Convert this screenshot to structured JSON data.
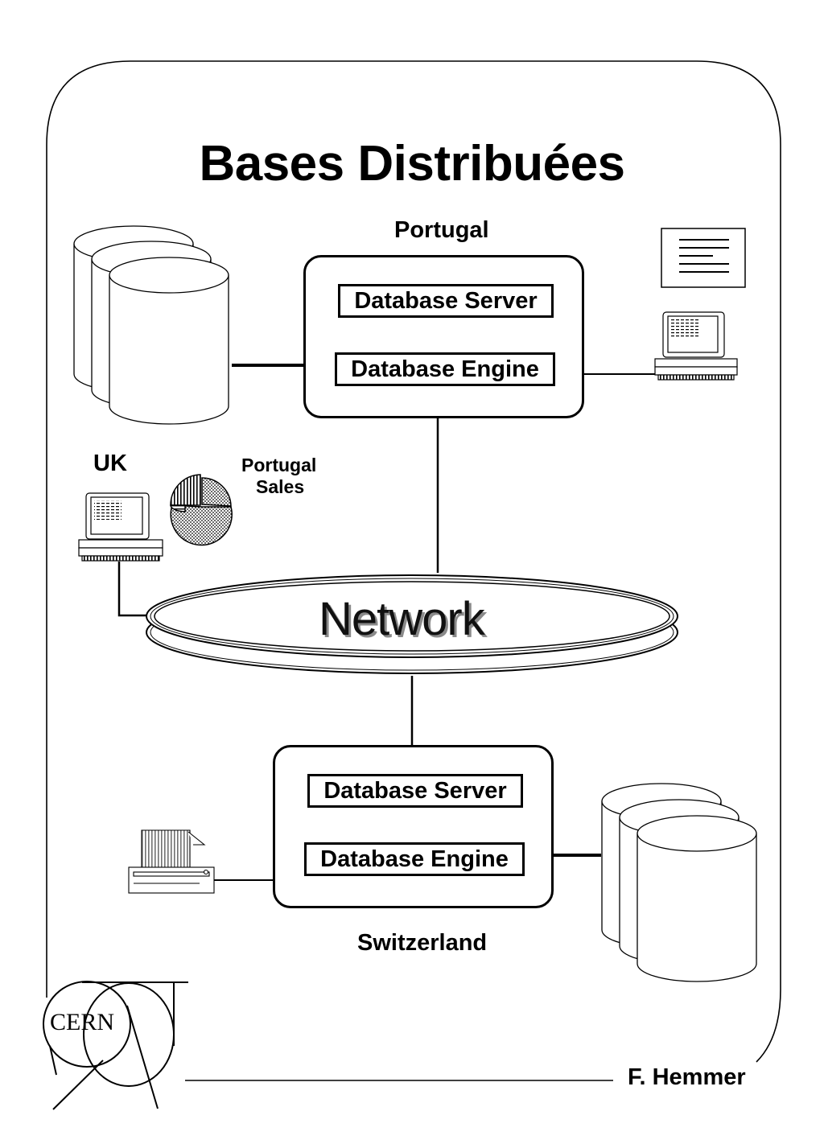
{
  "title": "Bases Distribuées",
  "sites": {
    "portugal": {
      "label": "Portugal",
      "server_label": "Database Server",
      "engine_label": "Database Engine"
    },
    "switzerland": {
      "label": "Switzerland",
      "server_label": "Database Server",
      "engine_label": "Database Engine"
    },
    "uk": {
      "label": "UK",
      "chart_caption_line1": "Portugal",
      "chart_caption_line2": "Sales"
    }
  },
  "network_label": "Network",
  "logo_text": "CERN",
  "author": "F. Hemmer"
}
